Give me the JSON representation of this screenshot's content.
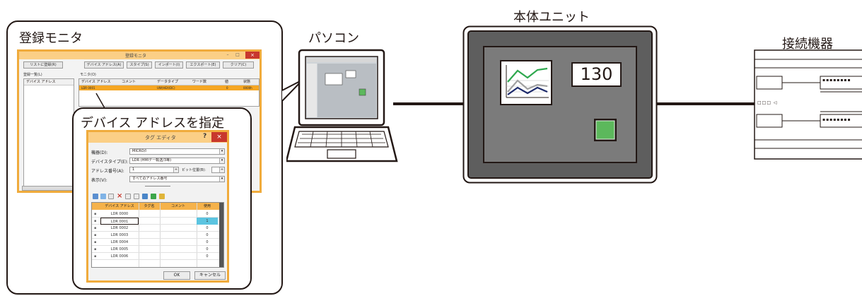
{
  "labels": {
    "registration_monitor": "登録モニタ",
    "specify_device_address": "デバイス アドレスを指定",
    "pc": "パソコン",
    "main_unit": "本体ユニット",
    "connected_device": "接続機器"
  },
  "main_unit": {
    "display_value": "130"
  },
  "registration_window": {
    "title": "登録モニタ",
    "toolbar": [
      "リストに登録(R)",
      "デバイス アドレス(A)",
      "スタイプ(S)",
      "インポート(I)",
      "エクスポート(E)",
      "クリア(C)"
    ],
    "list_label": "登録一覧(L)",
    "monitor_label": "モニタ(O)",
    "list_header": "デバイス アドレス",
    "columns": [
      "デバイス アドレス",
      "コメント",
      "データタイプ",
      "ワード数",
      "値",
      "状態"
    ],
    "row": [
      "LDR 0001",
      "",
      "UW(HEX/DC)",
      "",
      "0",
      "0000h"
    ]
  },
  "tag_editor": {
    "title": "タグ エディタ",
    "help": "?",
    "close": "×",
    "fields": [
      {
        "label": "機器(D):",
        "value": "MICRO/I"
      },
      {
        "label": "デバイスタイプ(E):",
        "value": "LDR (HMIデー転送/3等)"
      },
      {
        "label": "アドレス番号(A):",
        "value": "1"
      },
      {
        "label": "表示(V):",
        "value": "すべてのアドレス番号"
      }
    ],
    "bit_position_label": "ビット位置(B):",
    "columns": [
      "デバイス アドレス",
      "タグ名",
      "コメント",
      "使用"
    ],
    "rows": [
      {
        "address": "LDR 0000",
        "use": "0"
      },
      {
        "address": "LDR 0001",
        "use": "1"
      },
      {
        "address": "LDR 0002",
        "use": "0"
      },
      {
        "address": "LDR 0003",
        "use": "0"
      },
      {
        "address": "LDR 0004",
        "use": "0"
      },
      {
        "address": "LDR 0005",
        "use": "0"
      },
      {
        "address": "LDR 0006",
        "use": "0"
      }
    ],
    "ok_label": "OK",
    "cancel_label": "キャンセル"
  },
  "device": {
    "indicator": "□□□ ◁"
  },
  "colors": {
    "window_border": "#f0ab3c",
    "titlebar": "#fbcf86",
    "close_button": "#c8372d",
    "selection": "#f5a623",
    "highlight_cell": "#5bc4e0",
    "graph_green": "#2ea84e",
    "graph_gray": "#a0a0a0",
    "graph_navy": "#1d2a6b",
    "lamp_green": "#5cb85c",
    "hmi_gray": "#777777"
  }
}
